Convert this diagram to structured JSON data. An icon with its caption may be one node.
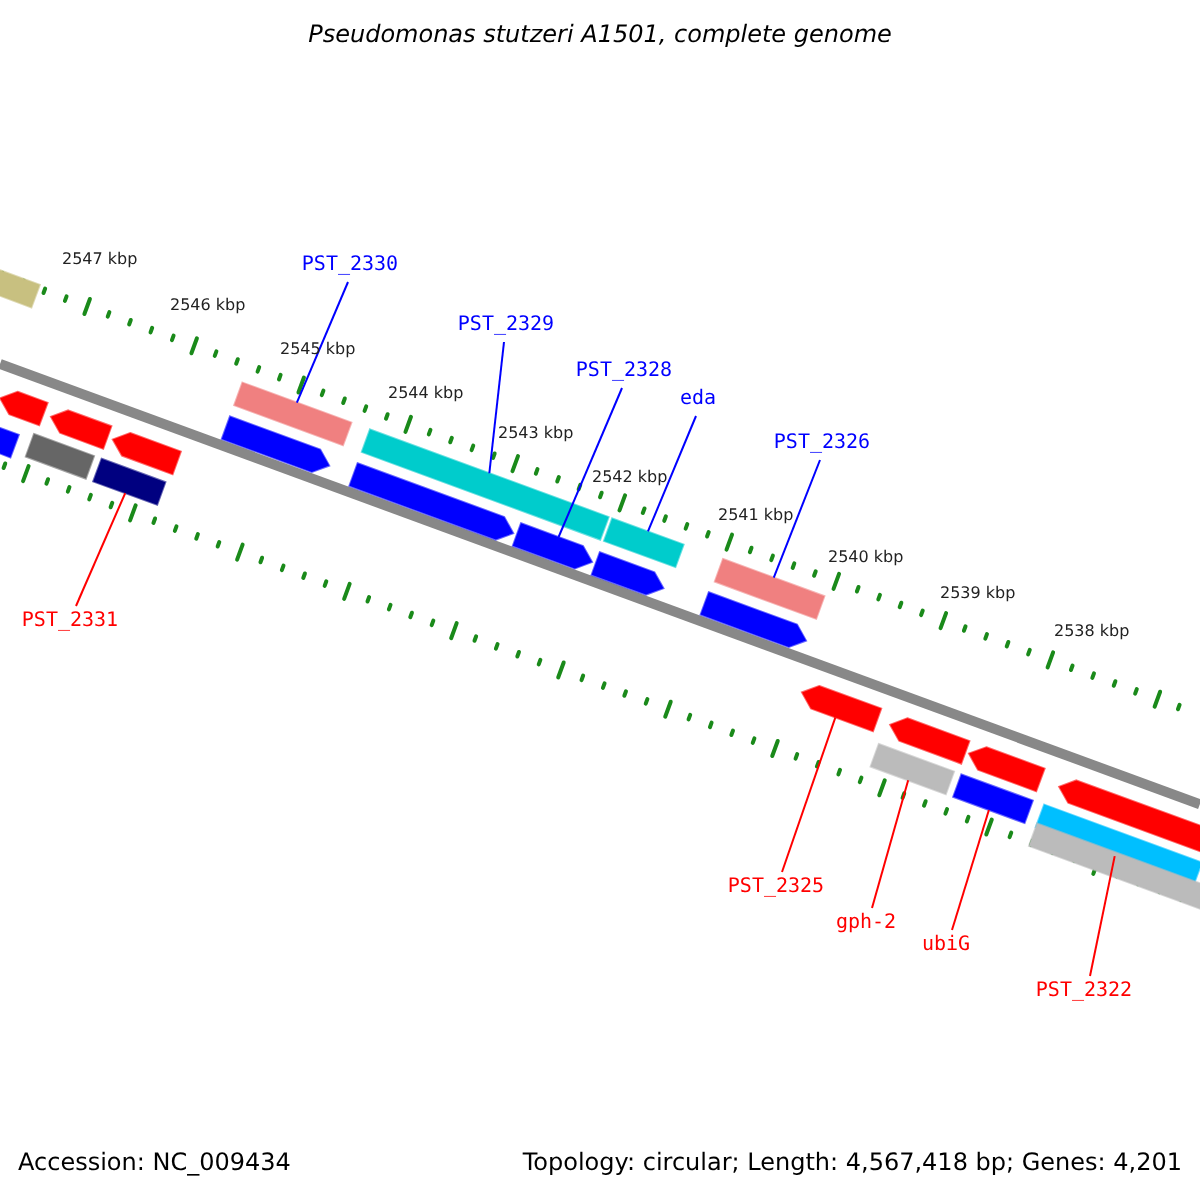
{
  "diagram": {
    "title": "Pseudomonas stutzeri A1501, complete genome",
    "nodes": [
      {
        "text": [
          "PST_2330"
        ]
      },
      {
        "text": [
          "PST_2329"
        ]
      },
      {
        "text": [
          "PST_2328"
        ]
      },
      {
        "text": [
          "eda"
        ]
      },
      {
        "text": [
          "PST_2326"
        ]
      },
      {
        "text": [
          "PST_2331"
        ]
      },
      {
        "text": [
          "PST_2325"
        ]
      },
      {
        "text": [
          "gph-2"
        ]
      },
      {
        "text": [
          "ubiG"
        ]
      },
      {
        "text": [
          "PST_2322"
        ]
      },
      {
        "text": [],
        "shape": "bar"
      },
      {
        "text": [],
        "shape": "bar"
      },
      {
        "text": [],
        "shape": "bar"
      },
      {
        "text": [],
        "shape": "bar"
      },
      {
        "text": [],
        "shape": "bar"
      },
      {
        "text": [],
        "shape": "bar"
      },
      {
        "text": [],
        "shape": "bar"
      },
      {
        "text": [],
        "shape": "bar"
      },
      {
        "text": [],
        "shape": "bar"
      },
      {
        "text": [],
        "shape": "bar"
      },
      {
        "text": [],
        "shape": "bar"
      },
      {
        "text": [],
        "shape": "bar"
      },
      {
        "text": [],
        "shape": "bar"
      },
      {
        "text": [],
        "shape": "bar"
      },
      {
        "text": [],
        "shape": "bar"
      },
      {
        "text": [],
        "shape": "bar"
      },
      {
        "text": [],
        "shape": "bar"
      },
      {
        "text": [],
        "shape": "bar"
      },
      {
        "text": [],
        "shape": "bar"
      },
      {
        "text": [],
        "shape": "bar"
      },
      {
        "text": [],
        "shape": "bar"
      },
      {
        "text": [],
        "shape": "bar"
      },
      {
        "text": [],
        "shape": "bar"
      },
      {
        "text": [],
        "shape": "bar"
      }
    ],
    "edges": [
      {
        "from": 0,
        "to": 17,
        "arrow": "none"
      },
      {
        "from": 1,
        "to": 19,
        "arrow": "none"
      },
      {
        "from": 2,
        "to": 21,
        "arrow": "none"
      },
      {
        "from": 3,
        "to": 22,
        "arrow": "none"
      },
      {
        "from": 4,
        "to": 25,
        "arrow": "none"
      },
      {
        "from": 5,
        "to": 15,
        "arrow": "none",
        "color": "#ff0000"
      },
      {
        "from": 6,
        "to": 26,
        "arrow": "none",
        "color": "#ff0000"
      },
      {
        "from": 7,
        "to": 27,
        "arrow": "none",
        "color": "#ff0000"
      },
      {
        "from": 8,
        "to": 29,
        "arrow": "none",
        "color": "#ff0000"
      },
      {
        "from": 9,
        "to": 31,
        "arrow": "none",
        "color": "#ff0000"
      }
    ],
    "labels": [
      "2547 kbp",
      "2546 kbp",
      "2545 kbp",
      "2544 kbp",
      "2543 kbp",
      "2542 kbp",
      "2541 kbp",
      "2540 kbp",
      "2539 kbp",
      "2538 kbp",
      "Accession: NC_009434",
      "Topology: circular; Length: 4,567,418 bp; Genes: 4,201"
    ]
  }
}
